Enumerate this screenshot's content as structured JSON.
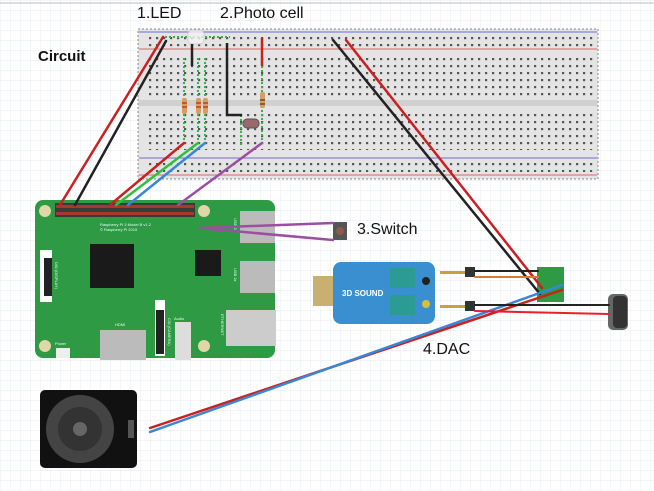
{
  "labels": {
    "circuit": "Circuit",
    "led": "1.LED",
    "photo_cell": "2.Photo cell",
    "switch": "3.Switch",
    "dac": "4.DAC"
  },
  "components": {
    "raspberry_pi": {
      "model": "Raspberry Pi 3 Model B v1.2",
      "copyright": "© Raspberry Pi 2015",
      "ports": {
        "display": "DSI (DISPLAY)",
        "camera": "CSI (CAMERA)",
        "hdmi": "HDMI",
        "audio": "Audio",
        "power": "Power",
        "ethernet": "ETHERNET",
        "usb1": "USB 2x",
        "usb2": "USB 2x"
      }
    },
    "sound_card": {
      "text": "3D SOUND"
    }
  },
  "colors": {
    "red_wire": "#cc1f1f",
    "black_wire": "#222222",
    "green_wire": "#2fbf3a",
    "blue_wire": "#3a86d6",
    "purple_wire": "#9b4fa0",
    "orange_wire": "#e07a2a",
    "pi_board": "#2e9a44",
    "breadboard": "#e4e4e4",
    "sound_card": "#3a8fd0"
  }
}
